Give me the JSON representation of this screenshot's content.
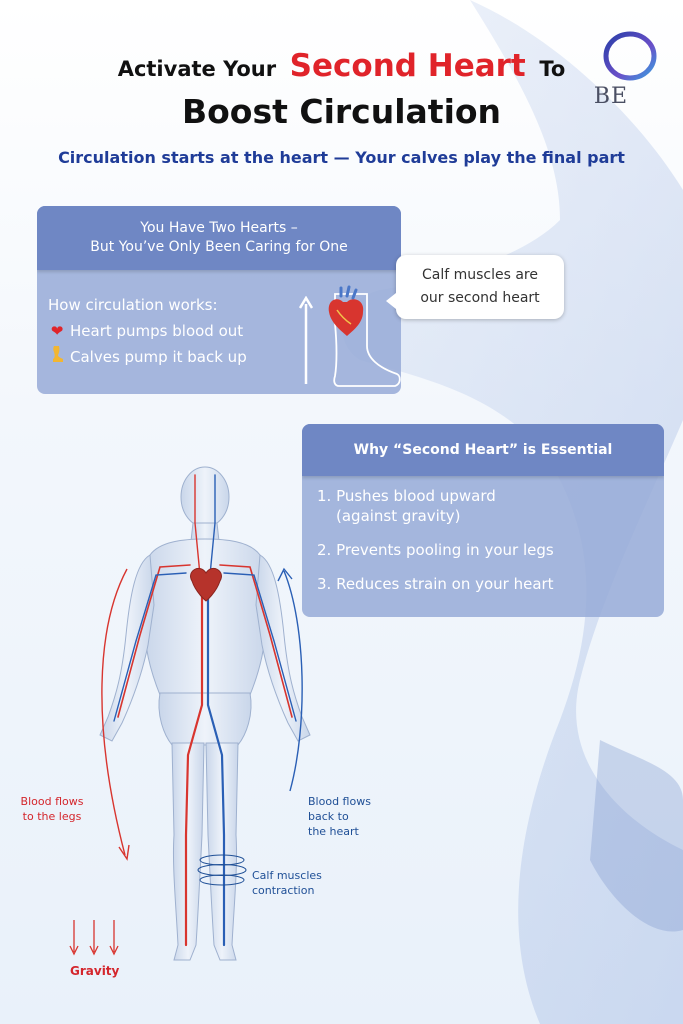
{
  "header": {
    "title_part1": "Activate Your",
    "title_highlight": "Second Heart",
    "title_part2": "To",
    "title_line2": "Boost Circulation",
    "subtitle": "Circulation starts at the heart — Your calves play the final part"
  },
  "logo": {
    "text": "BE"
  },
  "card_two_hearts": {
    "heading_line1": "You Have Two Hearts –",
    "heading_line2": "But You’ve Only Been Caring for One",
    "intro": "How circulation works:",
    "items": [
      {
        "icon": "heart-icon",
        "text": "Heart pumps blood out"
      },
      {
        "icon": "calf-icon",
        "text": "Calves pump it back up"
      }
    ]
  },
  "callout": {
    "line1": "Calf muscles are",
    "line2": "our second heart"
  },
  "card_why": {
    "heading": "Why “Second Heart” is Essential",
    "items": [
      {
        "line1": "1. Pushes blood upward",
        "line2": "(against gravity)"
      },
      {
        "line1": "2. Prevents pooling in your legs"
      },
      {
        "line1": "3. Reduces strain on your heart"
      }
    ]
  },
  "diagram": {
    "label_down_line1": "Blood flows",
    "label_down_line2": "to the legs",
    "label_up_line1": "Blood flows",
    "label_up_line2": "back to",
    "label_up_line3": "the heart",
    "label_calf_line1": "Calf muscles",
    "label_calf_line2": "contraction",
    "label_gravity": "Gravity"
  },
  "colors": {
    "accent_red": "#e0242a",
    "accent_blue": "#1f3c98",
    "card_header": "#6f87c4",
    "card_body": "#96aad7"
  }
}
